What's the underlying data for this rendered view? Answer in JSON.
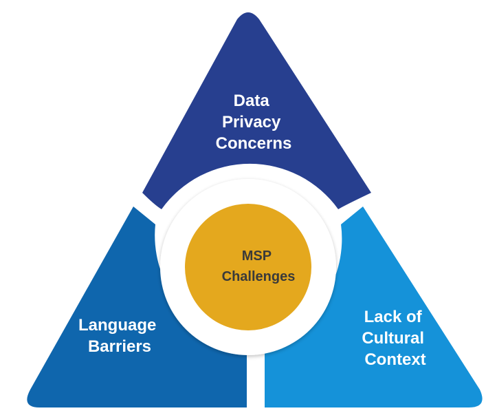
{
  "segments": {
    "top": {
      "lines": [
        "Data",
        "Privacy",
        "Concerns"
      ],
      "color": "#273f8f"
    },
    "left": {
      "lines": [
        "Language",
        "Barriers"
      ],
      "color": "#0f66ad"
    },
    "right": {
      "lines": [
        "Lack of",
        "Cultural",
        "Context"
      ],
      "color": "#1592d9"
    }
  },
  "center": {
    "lines": [
      "MSP",
      "Challenges"
    ],
    "color": "#e4a81e",
    "ring_color": "#ffffff"
  }
}
